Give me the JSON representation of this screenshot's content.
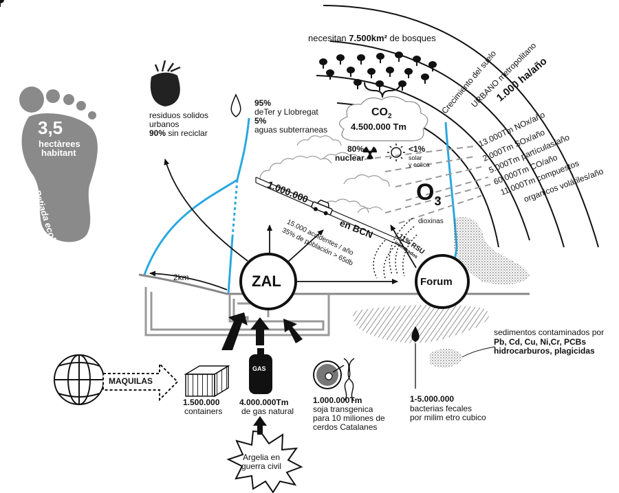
{
  "footprint": {
    "value": "3,5",
    "unit_line1": "hectàrees",
    "unit_line2": "habitant",
    "label": "Petjada ecològica"
  },
  "forest": {
    "text_prefix": "necesitan ",
    "text_bold": "7.500km² ",
    "text_suffix": "de bosques"
  },
  "urban_growth": {
    "line1": "Crecimiento del suelo",
    "line2": "URBANO metropolitano",
    "value": "1.000 ha/año"
  },
  "emissions": [
    "13.000Tm NOx/año",
    "2.000Tm SOx/año",
    "5.000Tm partículas/año",
    "60.000Tm CO/año",
    "11.000Tm compuestos",
    "organicos volátiles/año"
  ],
  "co2": {
    "label": "CO",
    "sub": "2",
    "value": "4.500.000 Tm"
  },
  "energy": {
    "nuclear_pct": "80%",
    "nuclear_label": "nuclear",
    "renew_pct": "<1%",
    "renew_line1": "solar",
    "renew_line2": "y eolica"
  },
  "ozone": {
    "label": "O",
    "sub": "3"
  },
  "water": {
    "pct1": "95%",
    "line1": "deTer y Llobregat",
    "pct2": "5%",
    "line2": "aguas subterraneas"
  },
  "waste": {
    "line1": "residuos solidos",
    "line2": "urbanos",
    "pct": "90%",
    "line3": " sin reciclar"
  },
  "cars": {
    "value": "1.000.000",
    "label": "en BCN"
  },
  "accidents": {
    "line1": "15.000 accidentes / año",
    "line2": "35% de población > 65db"
  },
  "dioxinas": "dioxinas",
  "rsu": {
    "pct": "11% RSU",
    "label": "incinerados"
  },
  "distance": "2km",
  "zal": "ZAL",
  "forum": "Forum",
  "sediments": {
    "line1": "sedimentos contaminados por",
    "line2": "Pb, Cd, Cu, Ni,Cr, PCBs",
    "line3": "hidrocarburos, plagicidas"
  },
  "bacteria": {
    "value": "1-5.000.000",
    "line1": "bacterias fecales",
    "line2": "por milim etro cubico"
  },
  "maquilas": "MAQUILAS",
  "containers": {
    "value": "1.500.000",
    "label": "containers"
  },
  "gas": {
    "icon_label": "GAS",
    "value": "4.000.000Tm",
    "label": "de gas natural"
  },
  "soja": {
    "value": "1.000.000Tm",
    "line1": "soja transgenica",
    "line2": "para 10 miliones de",
    "line3": "cerdos Catalanes"
  },
  "algeria": {
    "line1": "Argelia en",
    "line2": "guerra civil"
  },
  "colors": {
    "water_line": "#29a8e0",
    "footprint": "#8a8a8a",
    "ink": "#111111"
  }
}
